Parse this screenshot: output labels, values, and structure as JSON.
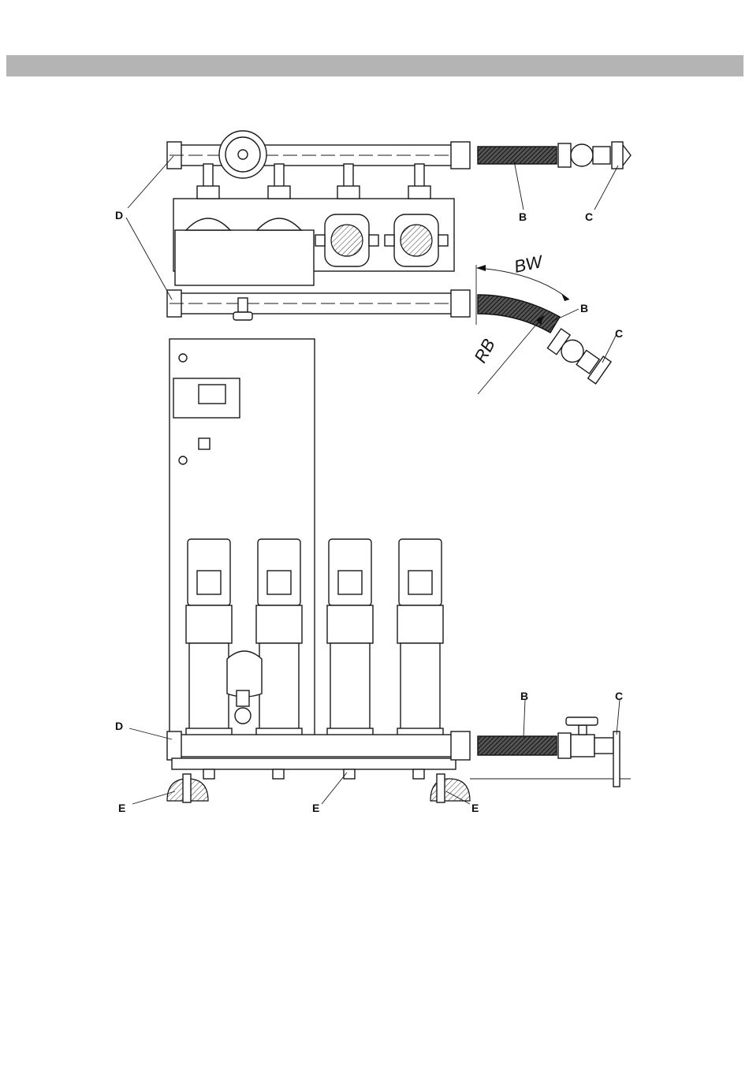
{
  "labels": {
    "B": "B",
    "C": "C",
    "D": "D",
    "E": "E"
  },
  "dimensions": {
    "bend_angle": "BW",
    "bend_radius": "RB"
  },
  "colors": {
    "header_bar": "#b4b4b4",
    "line": "#1a1a1a"
  }
}
